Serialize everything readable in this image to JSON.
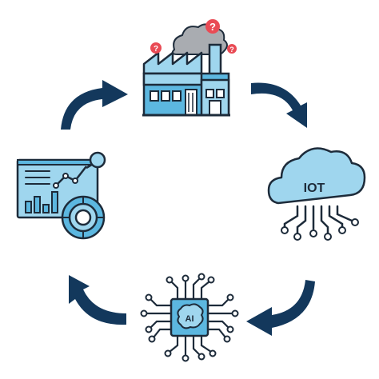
{
  "diagram": {
    "nodes": [
      {
        "id": "factory",
        "icon": "factory-icon"
      },
      {
        "id": "iot",
        "icon": "iot-cloud-icon",
        "label": "IOT"
      },
      {
        "id": "ai",
        "icon": "ai-chip-icon",
        "label": "AI"
      },
      {
        "id": "analytics",
        "icon": "analytics-dashboard-icon"
      }
    ],
    "edges": [
      {
        "from": "factory",
        "to": "iot"
      },
      {
        "from": "iot",
        "to": "ai"
      },
      {
        "from": "ai",
        "to": "analytics"
      },
      {
        "from": "analytics",
        "to": "factory"
      }
    ],
    "question_mark": "?"
  },
  "colors": {
    "outline": "#1d2b3a",
    "light_blue": "#9fd6ee",
    "mid_blue": "#5cb7e0",
    "arrow_navy": "#13385c",
    "smoke": "#a9acb1",
    "badge_red": "#e94b55"
  }
}
